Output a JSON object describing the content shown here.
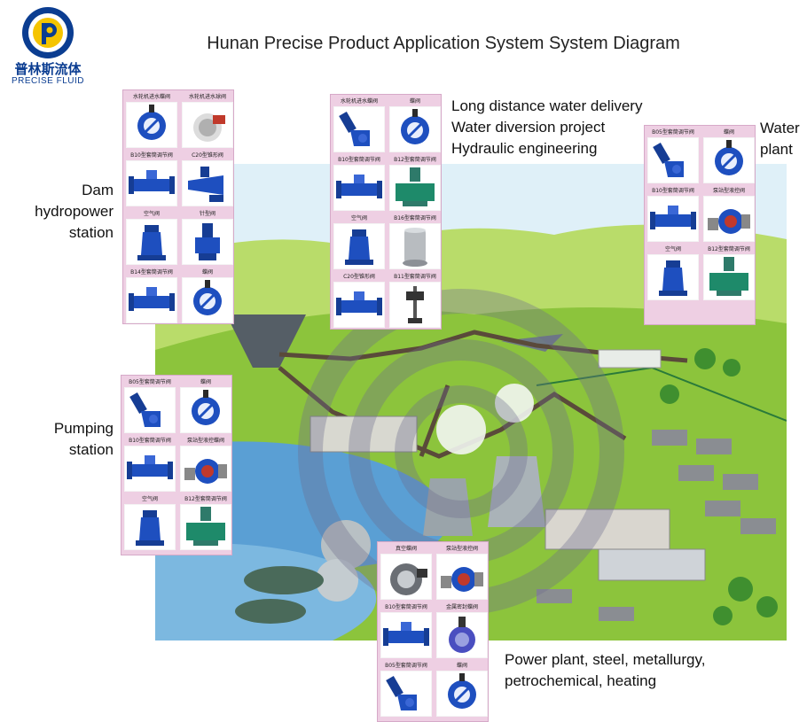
{
  "header": {
    "title": "Hunan Precise Product Application System System Diagram",
    "logo_cn": "普林斯流体",
    "logo_en": "PRECISE FLUID"
  },
  "colors": {
    "brand_blue": "#0b3d91",
    "logo_yellow": "#f5c400",
    "panel_pink": "#eecfe3",
    "valve_blue": "#1e4fbf",
    "grass": "#8cc43c",
    "water": "#5a9fd4"
  },
  "labels": {
    "dam": [
      "Dam",
      "hydropower",
      "station"
    ],
    "pumping": [
      "Pumping",
      "station"
    ],
    "water_delivery": [
      "Long distance water delivery",
      "Water diversion project",
      "Hydraulic engineering"
    ],
    "water_plant": [
      "Water",
      "plant"
    ],
    "power_plant": [
      "Power plant, steel, metallurgy,",
      "petrochemical, heating"
    ]
  },
  "panels": {
    "dam": [
      {
        "caption": "水轮机进水蝶阀",
        "icon": "butterfly-valve-icon"
      },
      {
        "caption": "水轮机进水球阀",
        "icon": "ball-valve-icon"
      },
      {
        "caption": "B10型套筒调节阀",
        "icon": "sleeve-valve-icon"
      },
      {
        "caption": "C20型锥形阀",
        "icon": "cone-valve-icon"
      },
      {
        "caption": "空气阀",
        "icon": "air-valve-icon"
      },
      {
        "caption": "针型阀",
        "icon": "needle-valve-icon"
      },
      {
        "caption": "B14型套筒调节阀",
        "icon": "sleeve-valve-icon"
      },
      {
        "caption": "蝶阀",
        "icon": "butterfly-valve-icon"
      }
    ],
    "water_delivery": [
      {
        "caption": "水轮机进水蝶阀",
        "icon": "angle-valve-icon"
      },
      {
        "caption": "蝶阀",
        "icon": "butterfly-valve-icon"
      },
      {
        "caption": "B10型套筒调节阀",
        "icon": "sleeve-valve-icon"
      },
      {
        "caption": "B12型套筒调节阀",
        "icon": "gate-valve-icon"
      },
      {
        "caption": "空气阀",
        "icon": "air-valve-icon"
      },
      {
        "caption": "B16型套筒调节阀",
        "icon": "cylinder-valve-icon"
      },
      {
        "caption": "C20型锥形阀",
        "icon": "sleeve-valve-icon"
      },
      {
        "caption": "B11型套筒调节阀",
        "icon": "stem-valve-icon"
      }
    ],
    "water_plant": [
      {
        "caption": "B05型套筒调节阀",
        "icon": "angle-valve-icon"
      },
      {
        "caption": "蝶阀",
        "icon": "butterfly-valve-icon"
      },
      {
        "caption": "B10型套筒调节阀",
        "icon": "sleeve-valve-icon"
      },
      {
        "caption": "泵站型液控阀",
        "icon": "hydraulic-valve-icon"
      },
      {
        "caption": "空气阀",
        "icon": "air-valve-icon"
      },
      {
        "caption": "B12型套筒调节阀",
        "icon": "gate-valve-icon"
      }
    ],
    "pumping": [
      {
        "caption": "B05型套筒调节阀",
        "icon": "angle-valve-icon"
      },
      {
        "caption": "蝶阀",
        "icon": "butterfly-valve-icon"
      },
      {
        "caption": "B10型套筒调节阀",
        "icon": "sleeve-valve-icon"
      },
      {
        "caption": "泵站型液控蝶阀",
        "icon": "hydraulic-valve-icon"
      },
      {
        "caption": "空气阀",
        "icon": "air-valve-icon"
      },
      {
        "caption": "B12型套筒调节阀",
        "icon": "gate-valve-icon"
      }
    ],
    "power_plant": [
      {
        "caption": "真空蝶阀",
        "icon": "vacuum-valve-icon"
      },
      {
        "caption": "泵站型液控阀",
        "icon": "hydraulic-valve-icon"
      },
      {
        "caption": "B10型套筒调节阀",
        "icon": "sleeve-valve-icon"
      },
      {
        "caption": "金属密封蝶阀",
        "icon": "metal-seal-valve-icon"
      },
      {
        "caption": "B05型套筒调节阀",
        "icon": "angle-valve-icon"
      },
      {
        "caption": "蝶阀",
        "icon": "butterfly-valve-icon"
      }
    ]
  }
}
